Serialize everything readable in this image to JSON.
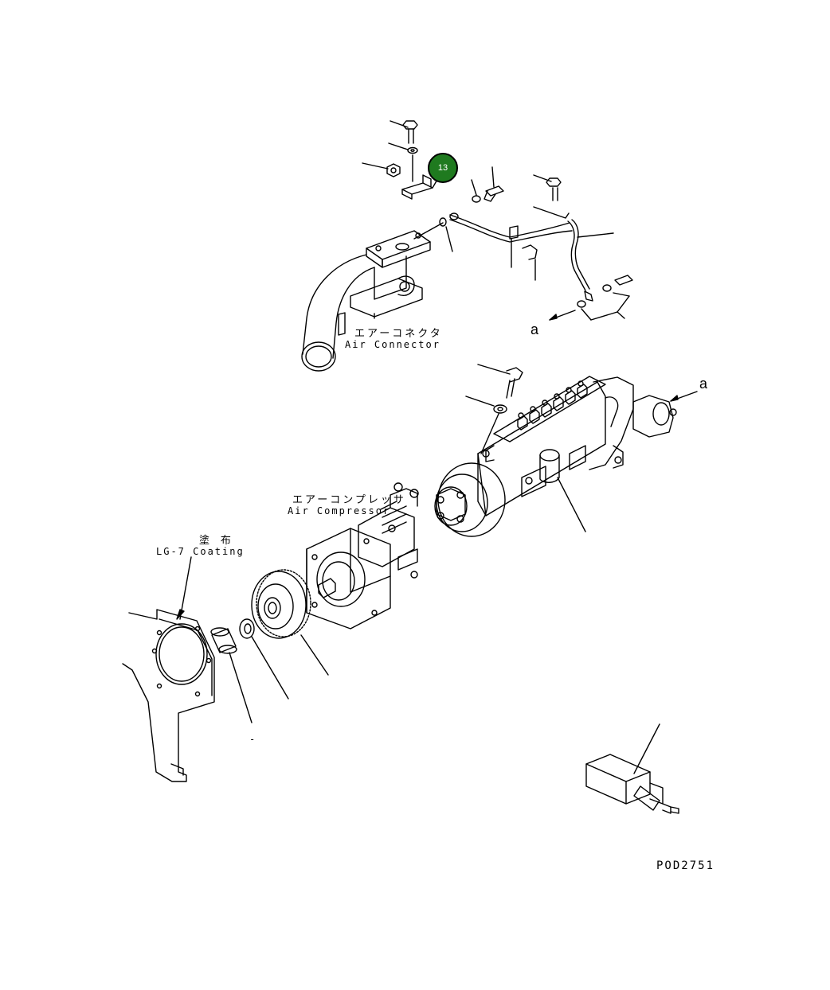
{
  "labels": {
    "air_connector_jp": "エアーコネクタ",
    "air_connector_en": "Air Connector",
    "air_compressor_jp": "エアーコンプレッサ",
    "air_compressor_en": "Air Compressor",
    "coating_jp": "塗 布",
    "coating_en": "LG-7 Coating",
    "ref_a_left": "a",
    "ref_a_right": "a",
    "drawing_code": "POD2751",
    "dash_mark": "-"
  },
  "callout": {
    "number": "13",
    "color": "#1f7a1f"
  }
}
